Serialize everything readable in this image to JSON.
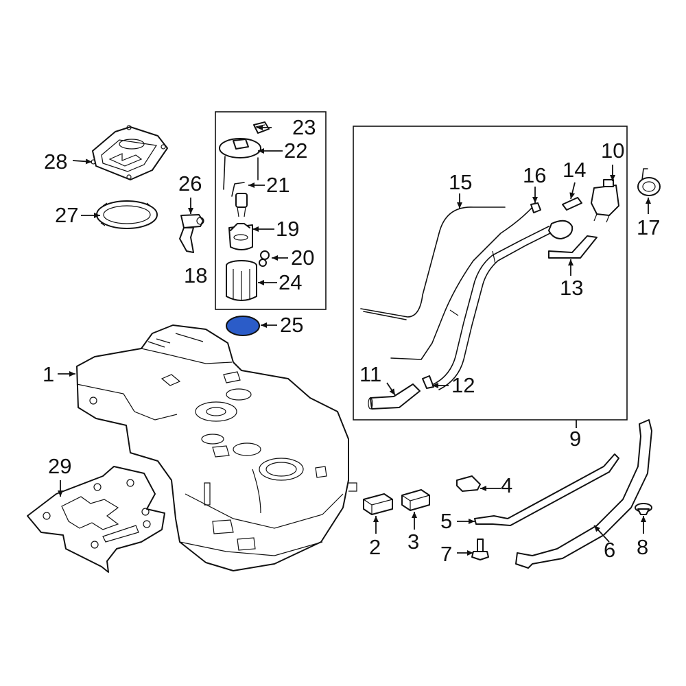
{
  "labels": {
    "p1": "1",
    "p2": "2",
    "p3": "3",
    "p4": "4",
    "p5": "5",
    "p6": "6",
    "p7": "7",
    "p8": "8",
    "p9": "9",
    "p10": "10",
    "p11": "11",
    "p12": "12",
    "p13": "13",
    "p14": "14",
    "p15": "15",
    "p16": "16",
    "p17": "17",
    "p18": "18",
    "p19": "19",
    "p20": "20",
    "p21": "21",
    "p22": "22",
    "p23": "23",
    "p24": "24",
    "p25": "25",
    "p26": "26",
    "p27": "27",
    "p28": "28",
    "p29": "29"
  },
  "colors": {
    "line": "#111111",
    "background": "#ffffff",
    "highlight_part": "#2b5cc8"
  },
  "highlighted_part": "25"
}
